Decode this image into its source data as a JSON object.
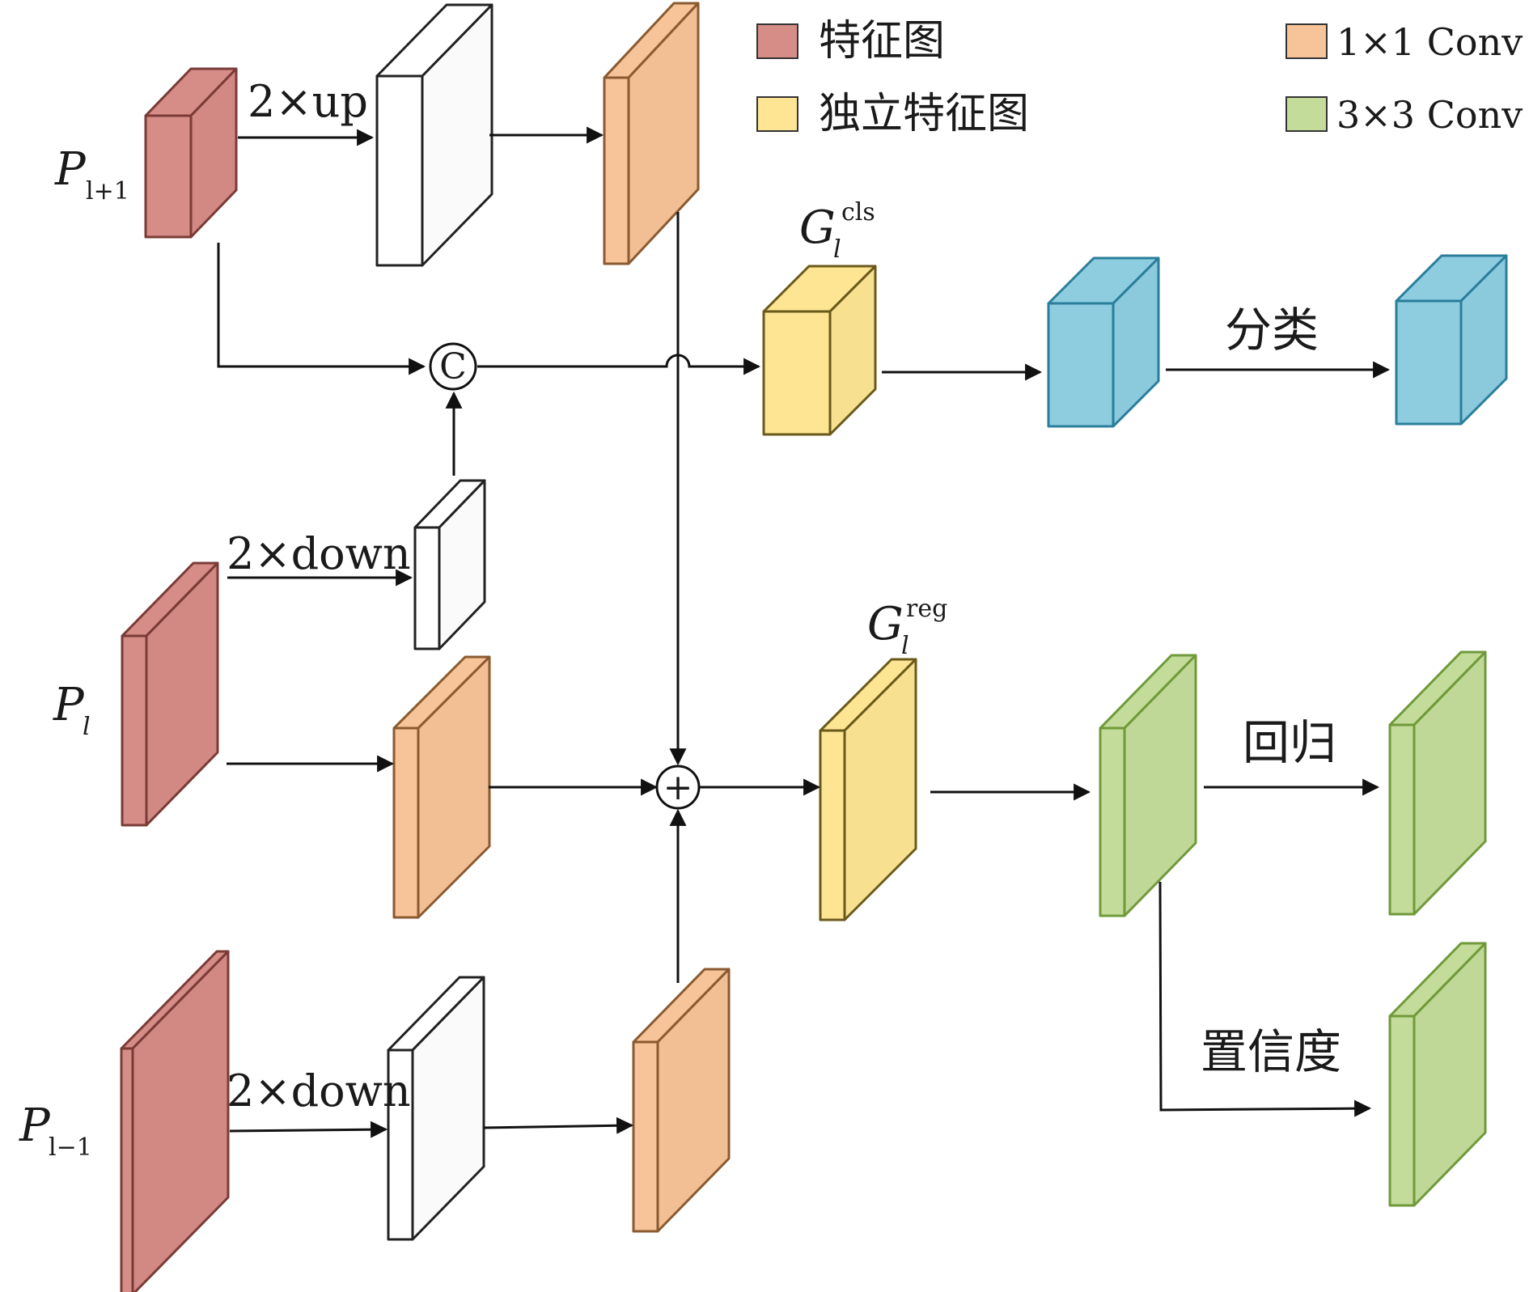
{
  "colors": {
    "feature_map": "#d68c87",
    "conv1x1": "#f7c398",
    "independent_feature": "#fde594",
    "conv3x3": "#c4dc9a",
    "cls_block": "#8ecde0",
    "white_block": "#ffffff"
  },
  "legend": {
    "feature_map": "特征图",
    "independent_feature": "独立特征图",
    "conv1x1": "1×1 Conv",
    "conv3x3": "3×3 Conv"
  },
  "inputs": {
    "p_upper": {
      "base": "P",
      "sub": "l+1"
    },
    "p_mid": {
      "base": "P",
      "sub": "l"
    },
    "p_lower": {
      "base": "P",
      "sub": "l−1"
    }
  },
  "ops": {
    "up": "2×up",
    "down_mid": "2×down",
    "down_low": "2×down",
    "concat": "C",
    "add": "+"
  },
  "outputs": {
    "g_cls": {
      "base": "G",
      "sub": "l",
      "sup": "cls"
    },
    "g_reg": {
      "base": "G",
      "sub": "l",
      "sup": "reg"
    }
  },
  "heads": {
    "classify": "分类",
    "regress": "回归",
    "confidence": "置信度"
  }
}
